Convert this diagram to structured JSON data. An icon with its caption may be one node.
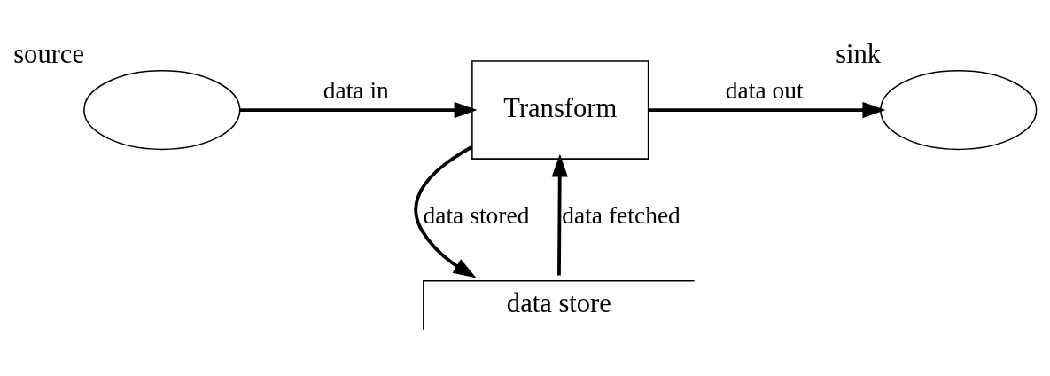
{
  "diagram": {
    "nodes": [
      {
        "text": [],
        "shape": "ellipse",
        "beside": [
          "source"
        ]
      },
      {
        "text": [
          "Transform"
        ]
      },
      {
        "text": [],
        "shape": "ellipse",
        "beside": [
          "sink"
        ]
      },
      {
        "text": [
          "data store"
        ]
      }
    ],
    "edges": [
      {
        "from": 0,
        "to": 1,
        "arrow": "to",
        "label": "data in"
      },
      {
        "from": 1,
        "to": 2,
        "arrow": "to",
        "label": "data out"
      },
      {
        "from": 1,
        "to": 3,
        "arrow": "to",
        "label": "data stored"
      },
      {
        "from": 3,
        "to": 1,
        "arrow": "to",
        "label": "data fetched"
      }
    ]
  }
}
